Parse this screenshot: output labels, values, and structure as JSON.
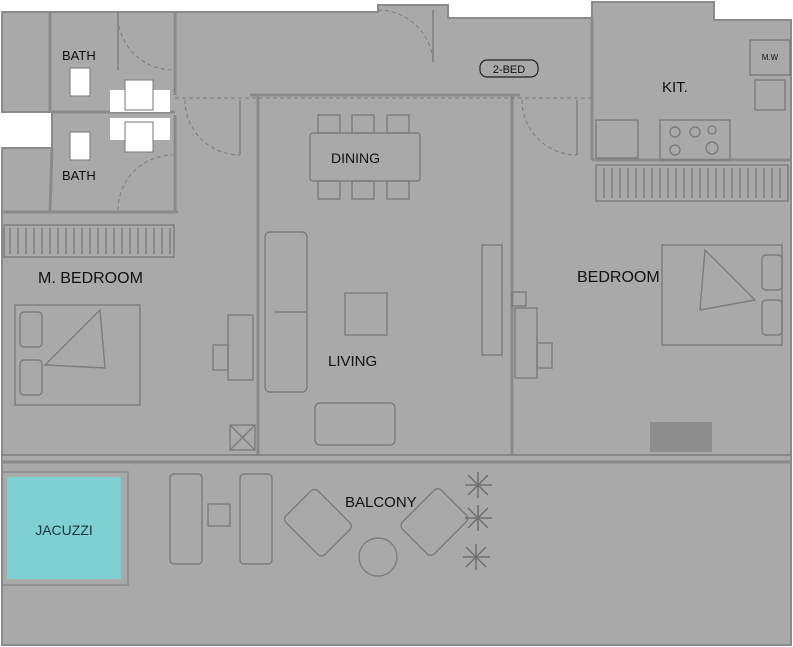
{
  "plan": {
    "tag": "2-BED",
    "rooms": {
      "bath_top": "BATH",
      "bath_bottom": "BATH",
      "kitchen": "KIT.",
      "microwave": "M.W",
      "dining": "DINING",
      "master_bedroom": "M. BEDROOM",
      "bedroom": "BEDROOM",
      "living": "LIVING",
      "balcony": "BALCONY",
      "jacuzzi": "JACUZZI"
    },
    "colors": {
      "floor": "#a9a9a9",
      "lines": "#7c7c7c",
      "jacuzzi": "#7fd0d2"
    }
  }
}
